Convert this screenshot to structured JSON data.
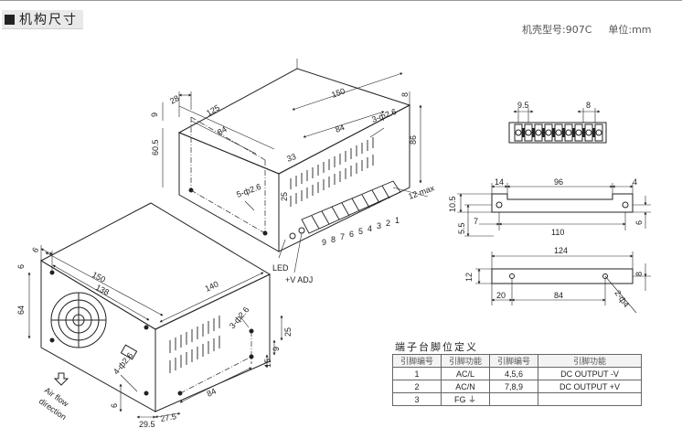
{
  "header": {
    "title": "机构尺寸"
  },
  "spec": {
    "case_label": "机壳型号:907C",
    "unit_label": "单位:mm"
  },
  "top_view": {
    "dims": [
      "28",
      "125",
      "84",
      "150",
      "84",
      "33",
      "9",
      "60.5",
      "8",
      "86",
      "25",
      "12 max",
      "5-ф2.6",
      "3-ф2.6"
    ],
    "terminal_numbers": [
      "9",
      "8",
      "7",
      "6",
      "5",
      "4",
      "3",
      "2",
      "1"
    ],
    "labels": {
      "led": "LED",
      "vadj": "+V ADJ"
    }
  },
  "bottom_view": {
    "dims": [
      "6",
      "150",
      "138",
      "140",
      "64",
      "6",
      "3-ф2.6",
      "25",
      "9",
      "15",
      "84",
      "29.5",
      "27.5",
      "6",
      "4-ф2.6"
    ],
    "airflow": "Air flow\ndirection"
  },
  "terminal_strip": {
    "dims": [
      "9.5",
      "8"
    ]
  },
  "bracket_side": {
    "dims": [
      "14",
      "96",
      "4",
      "10.5",
      "7",
      "110",
      "5.5",
      "6"
    ]
  },
  "bracket_top": {
    "dims": [
      "124",
      "12",
      "20",
      "84",
      "8",
      "2-ф4"
    ]
  },
  "pin_table": {
    "title": "端子台脚位定义",
    "headers": [
      "引脚编号",
      "引脚功能",
      "引脚编号",
      "引脚功能"
    ],
    "rows": [
      [
        "1",
        "AC/L",
        "4,5,6",
        "DC OUTPUT -V"
      ],
      [
        "2",
        "AC/N",
        "7,8,9",
        "DC OUTPUT +V"
      ],
      [
        "3",
        "FG ⏚",
        "",
        ""
      ]
    ]
  }
}
